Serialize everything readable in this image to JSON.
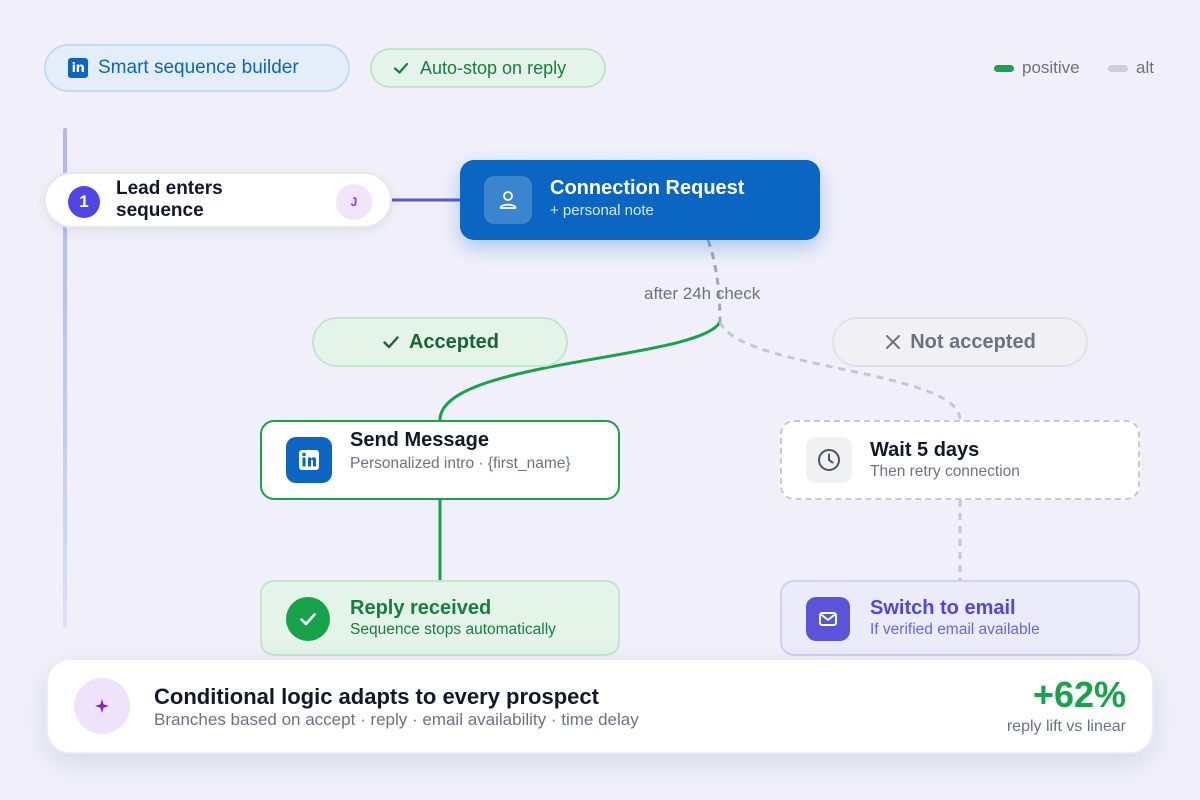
{
  "header": {
    "builder_pill": "Smart sequence builder",
    "builder_icon_text": "in",
    "auto_stop_pill": "Auto-stop on reply"
  },
  "legend": [
    {
      "label": "positive",
      "color": "#16a34a"
    },
    {
      "label": "alt",
      "color": "#cbd0db"
    }
  ],
  "lead": {
    "step_number": "1",
    "label": "Lead enters sequence",
    "avatar_initial": "J"
  },
  "connection_request": {
    "title": "Connection Request",
    "subtitle": "+ personal note"
  },
  "check_label": "after 24h check",
  "branches": {
    "accepted": "Accepted",
    "not_accepted": "Not accepted"
  },
  "send_message": {
    "title": "Send Message",
    "subtitle": "Personalized intro · {first_name}"
  },
  "wait": {
    "title": "Wait 5 days",
    "subtitle": "Then retry connection"
  },
  "reply": {
    "title": "Reply received",
    "subtitle": "Sequence stops automatically"
  },
  "email": {
    "title": "Switch to email",
    "subtitle": "If verified email available"
  },
  "summary": {
    "title": "Conditional logic adapts to every prospect",
    "subtitle": "Branches based on accept · reply · email availability · time delay",
    "stat": "+62%",
    "stat_label": "reply lift vs linear"
  },
  "colors": {
    "linkedin_blue": "#0a66c2",
    "positive_green": "#16a34a",
    "alt_gray": "#cbd0db",
    "indigo": "#4f46e5"
  }
}
